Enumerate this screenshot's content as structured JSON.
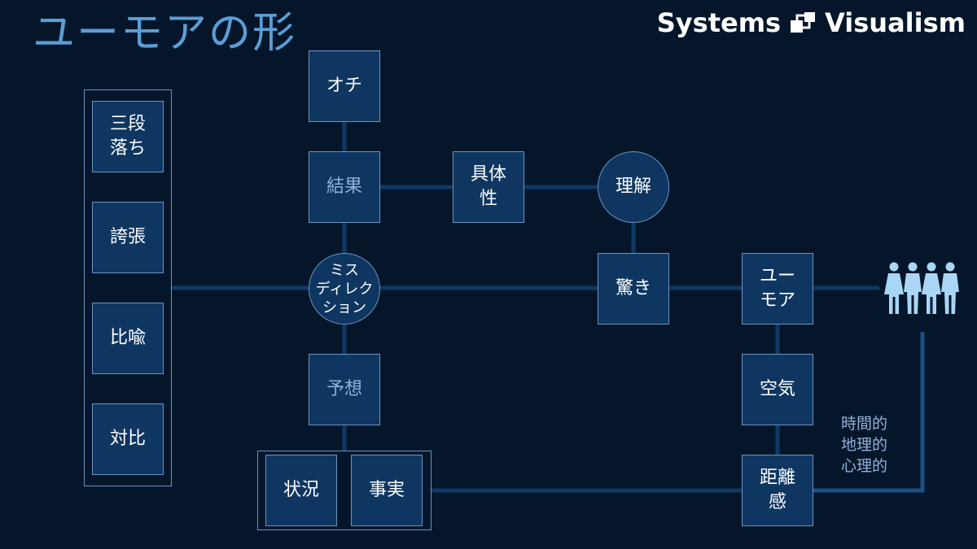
{
  "title": "ユーモアの形",
  "brand": {
    "left": "Systems",
    "right": "Visualism",
    "logo_icon": "systems-visualism-logo-icon"
  },
  "techniques": [
    "三段\n落ち",
    "誇張",
    "比喩",
    "対比"
  ],
  "nodes": {
    "ochi": "オチ",
    "kekka": "結果",
    "misdirection": "ミス\nディレク\nション",
    "yosou": "予想",
    "joukyou": "状況",
    "jijitsu": "事実",
    "gutaisei": "具体\n性",
    "rikai": "理解",
    "odoroki": "驚き",
    "humor": "ユー\nモア",
    "kuuki": "空気",
    "kyorikan": "距離\n感"
  },
  "distance_note": "時間的\n地理的\n心理的",
  "audience_icon": "people-group-icon",
  "colors": {
    "background": "#06162a",
    "box_fill": "#0e3660",
    "box_border": "#6a93c4",
    "connector": "#0f3966",
    "connector_bright": "#1d4f85",
    "title": "#5a9fd6",
    "muted_text": "#8fb1d9",
    "people": "#a9d6f5"
  }
}
